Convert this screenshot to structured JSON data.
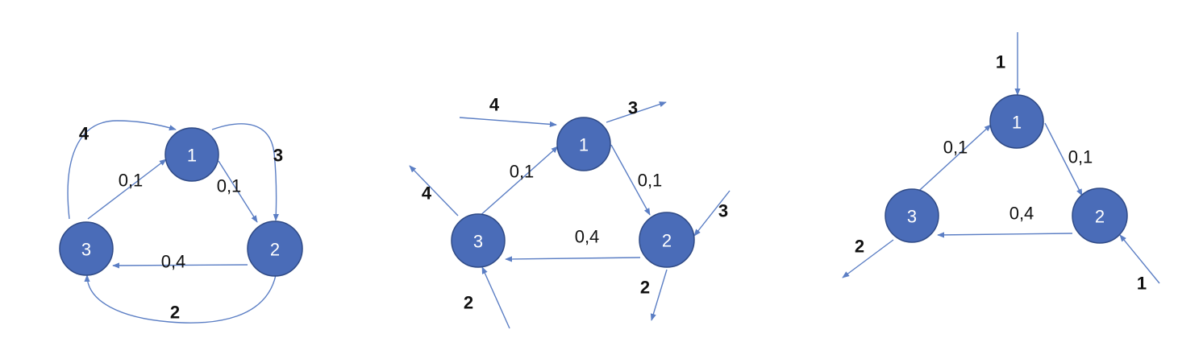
{
  "colors": {
    "node_fill": "#4a6cb8",
    "edge": "#5b7ec4",
    "text": "#111111"
  },
  "diagrams": [
    {
      "nodes": [
        {
          "id": "1",
          "label": "1"
        },
        {
          "id": "2",
          "label": "2"
        },
        {
          "id": "3",
          "label": "3"
        }
      ],
      "edges": [
        {
          "from": "3",
          "to": "1",
          "label": "0,1"
        },
        {
          "from": "1",
          "to": "2",
          "label": "0,1"
        },
        {
          "from": "2",
          "to": "3",
          "label": "0,4"
        },
        {
          "from": "3",
          "to": "1",
          "label": "4",
          "kind": "loop"
        },
        {
          "from": "1",
          "to": "2",
          "label": "3",
          "kind": "loop"
        },
        {
          "from": "2",
          "to": "3",
          "label": "2",
          "kind": "loop"
        }
      ]
    },
    {
      "nodes": [
        {
          "id": "1",
          "label": "1"
        },
        {
          "id": "2",
          "label": "2"
        },
        {
          "id": "3",
          "label": "3"
        }
      ],
      "edges": [
        {
          "from": "3",
          "to": "1",
          "label": "0,1"
        },
        {
          "from": "1",
          "to": "2",
          "label": "0,1"
        },
        {
          "from": "2",
          "to": "3",
          "label": "0,4"
        },
        {
          "to": "1",
          "label": "4",
          "kind": "in"
        },
        {
          "from": "1",
          "label": "3",
          "kind": "out"
        },
        {
          "to": "2",
          "label": "3",
          "kind": "in"
        },
        {
          "from": "2",
          "label": "2",
          "kind": "out"
        },
        {
          "from": "3",
          "label": "4",
          "kind": "out"
        },
        {
          "to": "3",
          "label": "2",
          "kind": "in"
        }
      ]
    },
    {
      "nodes": [
        {
          "id": "1",
          "label": "1"
        },
        {
          "id": "2",
          "label": "2"
        },
        {
          "id": "3",
          "label": "3"
        }
      ],
      "edges": [
        {
          "from": "3",
          "to": "1",
          "label": "0,1"
        },
        {
          "from": "1",
          "to": "2",
          "label": "0,1"
        },
        {
          "from": "2",
          "to": "3",
          "label": "0,4"
        },
        {
          "to": "1",
          "label": "1",
          "kind": "in"
        },
        {
          "to": "2",
          "label": "1",
          "kind": "in"
        },
        {
          "from": "3",
          "label": "2",
          "kind": "out"
        }
      ]
    }
  ]
}
